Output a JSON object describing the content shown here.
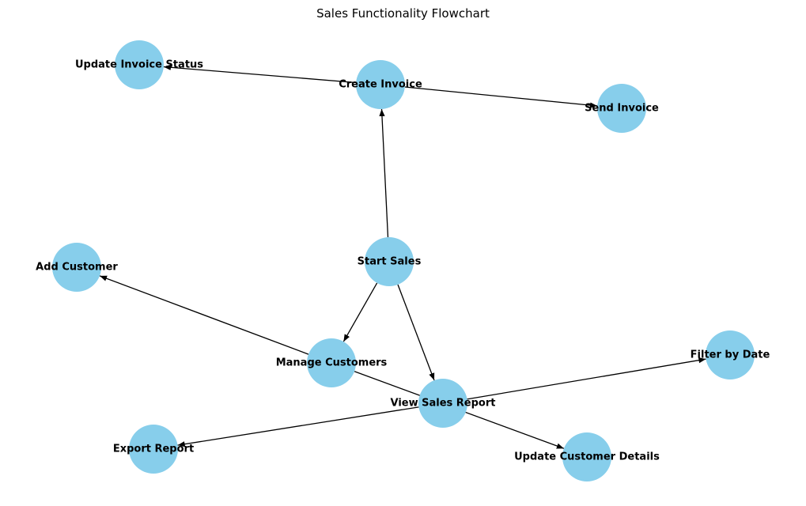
{
  "diagram": {
    "title": "Sales Functionality Flowchart",
    "node_color": "#87ceeb",
    "edge_color": "#000000",
    "nodes": [
      {
        "id": "start",
        "label": "Start Sales"
      },
      {
        "id": "create_invoice",
        "label": "Create Invoice"
      },
      {
        "id": "update_invoice_status",
        "label": "Update Invoice Status"
      },
      {
        "id": "send_invoice",
        "label": "Send Invoice"
      },
      {
        "id": "add_customer",
        "label": "Add Customer"
      },
      {
        "id": "manage_customers",
        "label": "Manage Customers"
      },
      {
        "id": "view_sales_report",
        "label": "View Sales Report"
      },
      {
        "id": "filter_by_date",
        "label": "Filter by Date"
      },
      {
        "id": "export_report",
        "label": "Export Report"
      },
      {
        "id": "update_customer_details",
        "label": "Update Customer Details"
      }
    ],
    "edges": [
      {
        "from": "start",
        "to": "create_invoice"
      },
      {
        "from": "start",
        "to": "manage_customers"
      },
      {
        "from": "start",
        "to": "view_sales_report"
      },
      {
        "from": "create_invoice",
        "to": "update_invoice_status"
      },
      {
        "from": "create_invoice",
        "to": "send_invoice"
      },
      {
        "from": "manage_customers",
        "to": "add_customer"
      },
      {
        "from": "manage_customers",
        "to": "update_customer_details"
      },
      {
        "from": "view_sales_report",
        "to": "filter_by_date"
      },
      {
        "from": "view_sales_report",
        "to": "export_report"
      }
    ]
  }
}
